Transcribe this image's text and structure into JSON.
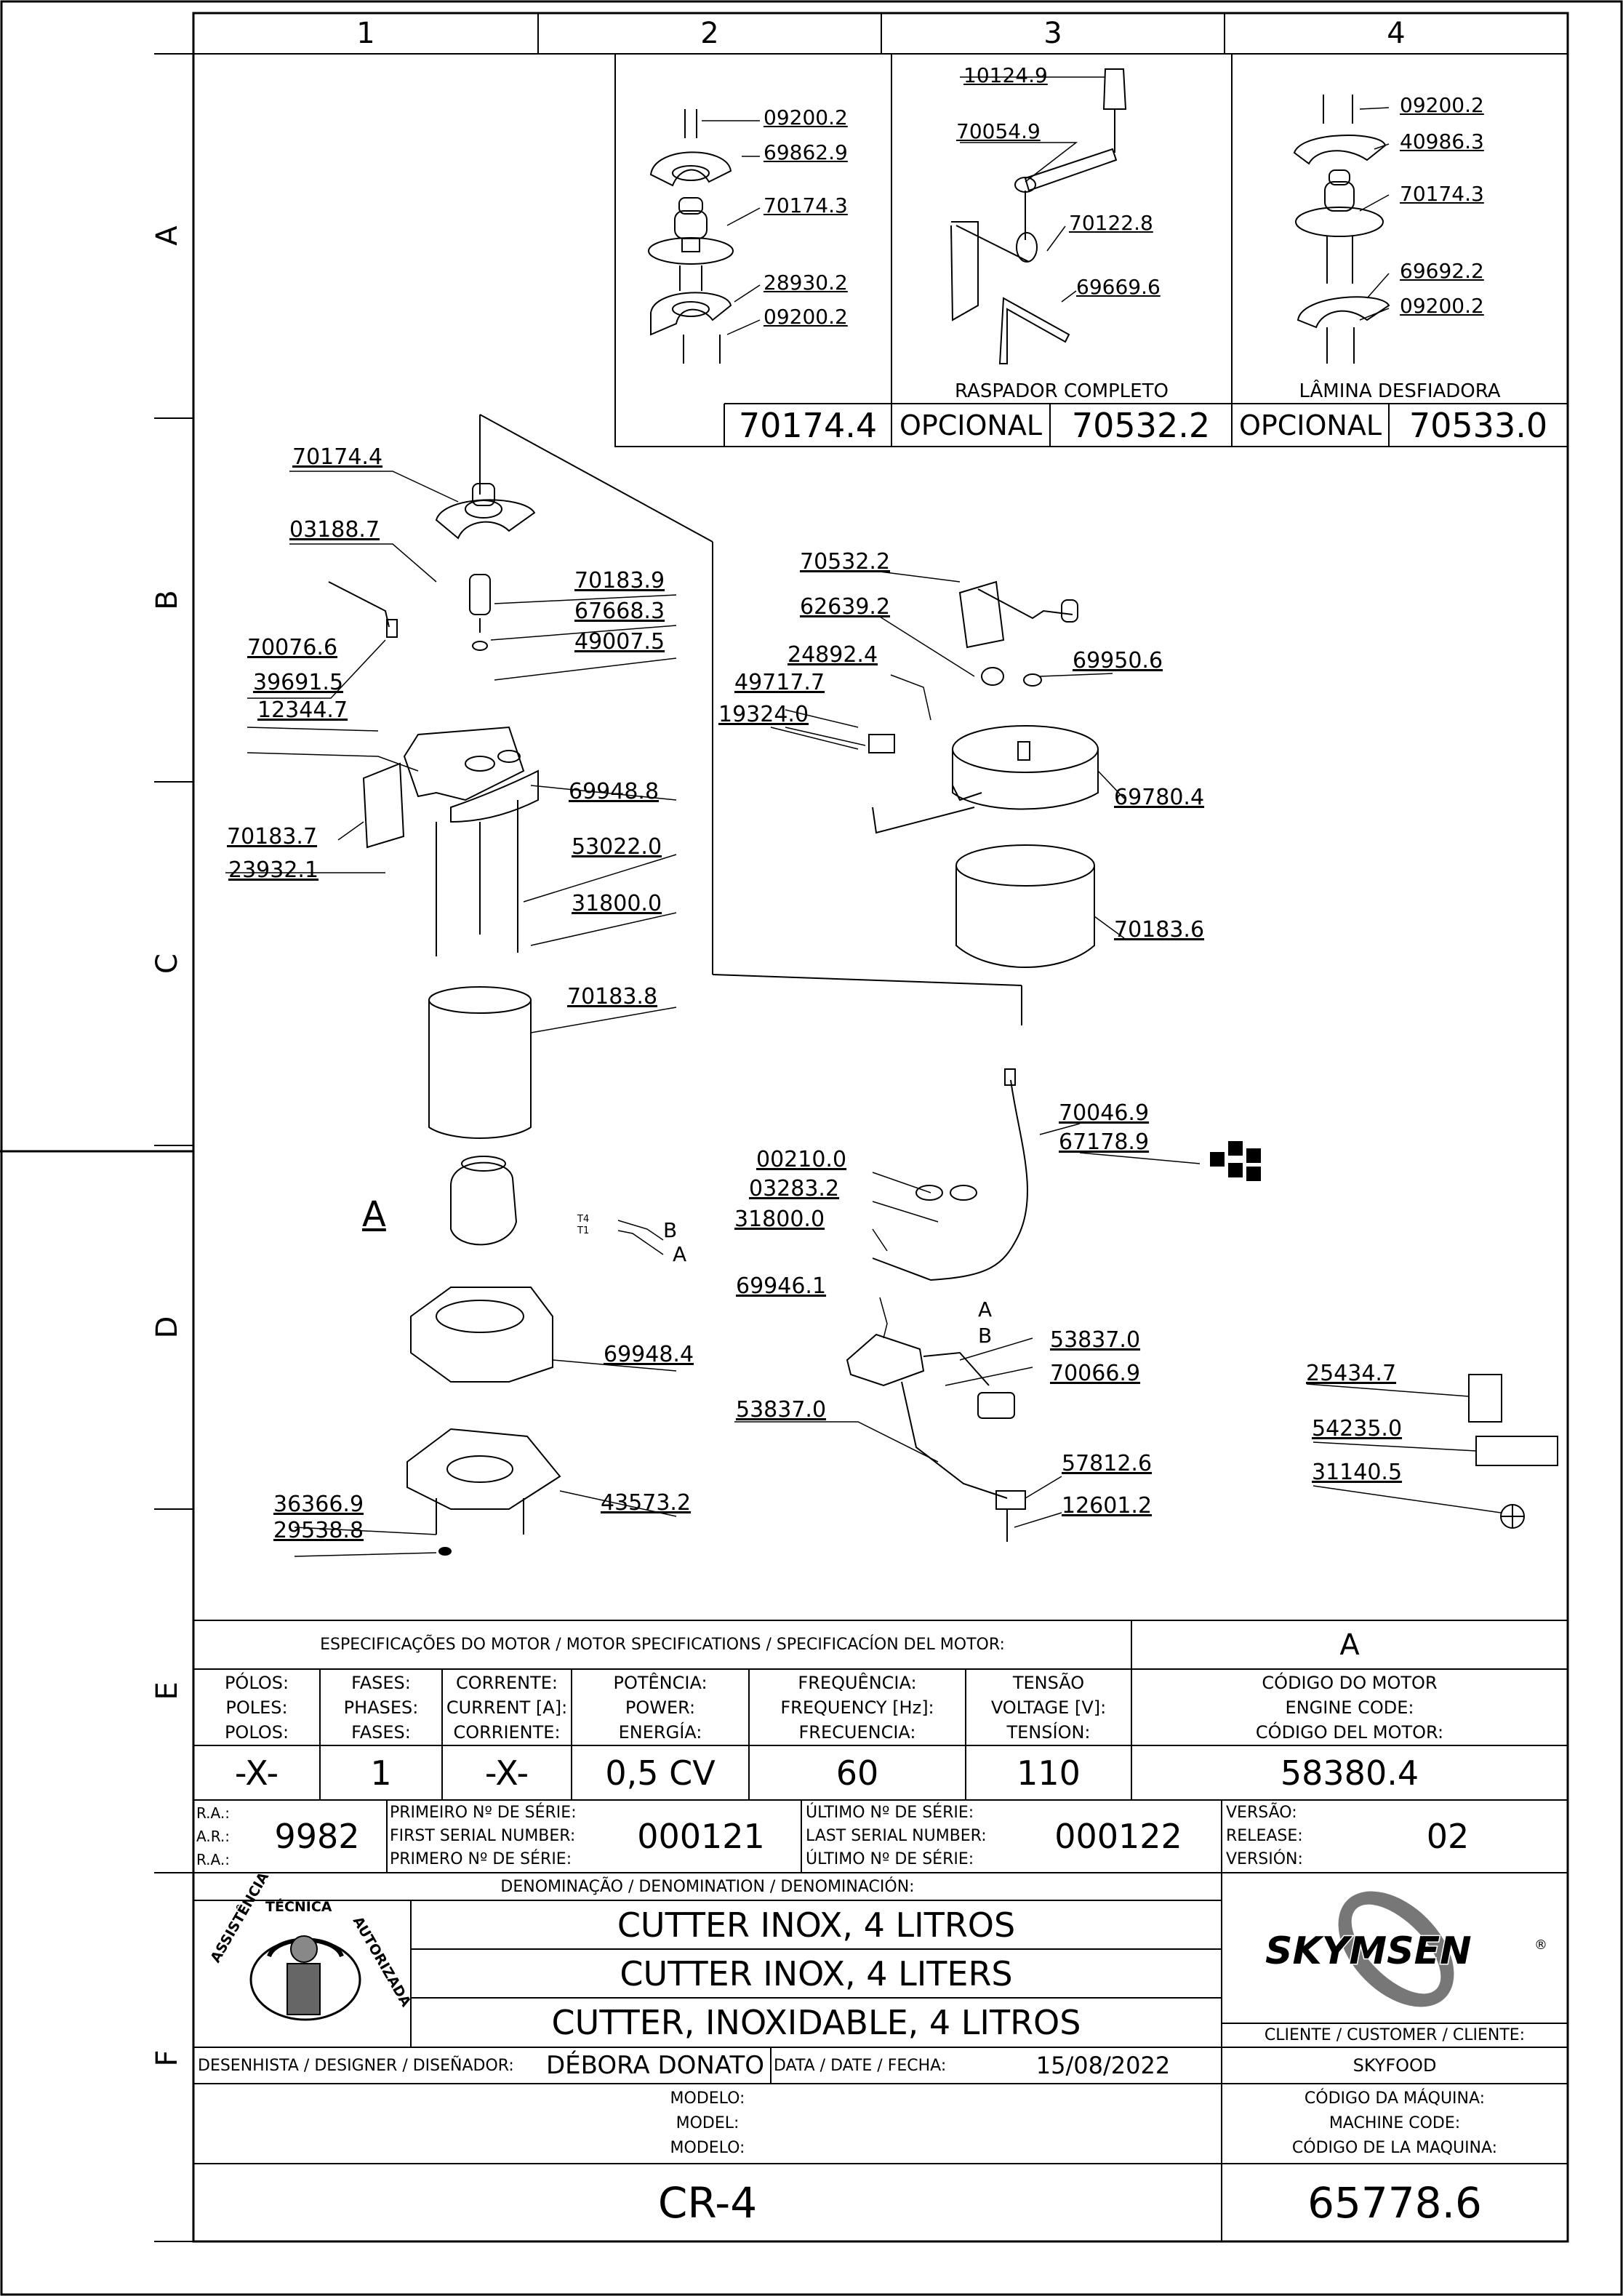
{
  "grid": {
    "columns": [
      "1",
      "2",
      "3",
      "4"
    ],
    "rows": [
      "A",
      "B",
      "C",
      "D",
      "E",
      "F"
    ]
  },
  "insets": [
    {
      "parts": [
        "09200.2",
        "69862.9",
        "70174.3",
        "28930.2",
        "09200.2"
      ],
      "code": "70174.4"
    },
    {
      "parts": [
        "10124.9",
        "70054.9",
        "70122.8",
        "69669.6"
      ],
      "title": "RASPADOR  COMPLETO",
      "optional": "OPCIONAL",
      "code": "70532.2"
    },
    {
      "parts": [
        "09200.2",
        "40986.3",
        "70174.3",
        "69692.2",
        "09200.2"
      ],
      "title": "LÂMINA  DESFIADORA",
      "optional": "OPCIONAL",
      "code": "70533.0"
    }
  ],
  "main_parts": {
    "left": [
      "70174.4",
      "03188.7",
      "70183.9",
      "67668.3",
      "49007.5",
      "70076.6",
      "39691.5",
      "12344.7",
      "69948.8",
      "70183.7",
      "53022.0",
      "23932.1",
      "31800.0",
      "70183.8",
      "69948.4",
      "43573.2",
      "36366.9",
      "29538.8"
    ],
    "right": [
      "70532.2",
      "62639.2",
      "69950.6",
      "24892.4",
      "49717.7",
      "19324.0",
      "69780.4",
      "70183.6",
      "70046.9",
      "67178.9",
      "00210.0",
      "03283.2",
      "31800.0",
      "69946.1",
      "53837.0",
      "70066.9",
      "53837.0",
      "57812.6",
      "12601.2"
    ],
    "accessories": [
      "25434.7",
      "54235.0",
      "31140.5"
    ]
  },
  "motor_callouts": {
    "motor": "A",
    "wire_t4": "T4",
    "wire_t1": "T1",
    "wire_b": "B",
    "wire_a": "A",
    "board_a": "A",
    "board_b": "B"
  },
  "specs": {
    "header": "ESPECIFICAÇÕES DO MOTOR / MOTOR SPECIFICATIONS / SPECIFICACÍON DEL MOTOR:",
    "motor_ref": "A",
    "columns": [
      {
        "label": [
          "PÓLOS:",
          "POLES:",
          "POLOS:"
        ],
        "value": "-X-"
      },
      {
        "label": [
          "FASES:",
          "PHASES:",
          "FASES:"
        ],
        "value": "1"
      },
      {
        "label": [
          "CORRENTE:",
          "CURRENT [A]:",
          "CORRIENTE:"
        ],
        "value": "-X-"
      },
      {
        "label": [
          "POTÊNCIA:",
          "POWER:",
          "ENERGÍA:"
        ],
        "value": "0,5 CV"
      },
      {
        "label": [
          "FREQUÊNCIA:",
          "FREQUENCY [Hz]:",
          "FRECUENCIA:"
        ],
        "value": "60"
      },
      {
        "label": [
          "TENSÃO",
          "VOLTAGE [V]:",
          "TENSÍON:"
        ],
        "value": "110"
      },
      {
        "label": [
          "CÓDIGO DO MOTOR",
          "ENGINE CODE:",
          "CÓDIGO DEL MOTOR:"
        ],
        "value": "58380.4"
      }
    ]
  },
  "serials": {
    "ra_label": [
      "R.A.:",
      "A.R.:",
      "R.A.:"
    ],
    "ra": "9982",
    "first_label": [
      "PRIMEIRO Nº DE SÉRIE:",
      "FIRST SERIAL NUMBER:",
      "PRIMERO Nº DE SÉRIE:"
    ],
    "first": "000121",
    "last_label": [
      "ÚLTIMO Nº DE SÉRIE:",
      "LAST SERIAL NUMBER:",
      "ÚLTIMO Nº DE SÉRIE:"
    ],
    "last": "000122",
    "version_label": [
      "VERSÃO:",
      "RELEASE:",
      "VERSIÓN:"
    ],
    "version": "02"
  },
  "denomination": {
    "header": "DENOMINAÇÃO / DENOMINATION / DENOMINACIÓN:",
    "lines": [
      "CUTTER INOX, 4 LITROS",
      "CUTTER INOX, 4 LITERS",
      "CUTTER, INOXIDABLE, 4 LITROS"
    ]
  },
  "logos": {
    "assist": "ASSISTÊNCIA TÉCNICA AUTORIZADA",
    "brand": "SKYMSEN"
  },
  "client": {
    "label": "CLIENTE / CUSTOMER / CLIENTE:",
    "value": "SKYFOOD"
  },
  "designer": {
    "label": "DESENHISTA / DESIGNER / DISEÑADOR:",
    "value": "DÉBORA DONATO"
  },
  "date": {
    "label": "DATA / DATE / FECHA:",
    "value": "15/08/2022"
  },
  "model": {
    "label": [
      "MODELO:",
      "MODEL:",
      "MODELO:"
    ],
    "value": "CR-4"
  },
  "machine_code": {
    "label": [
      "CÓDIGO DA MÁQUINA:",
      "MACHINE CODE:",
      "CÓDIGO DE LA MAQUINA:"
    ],
    "value": "65778.6"
  }
}
